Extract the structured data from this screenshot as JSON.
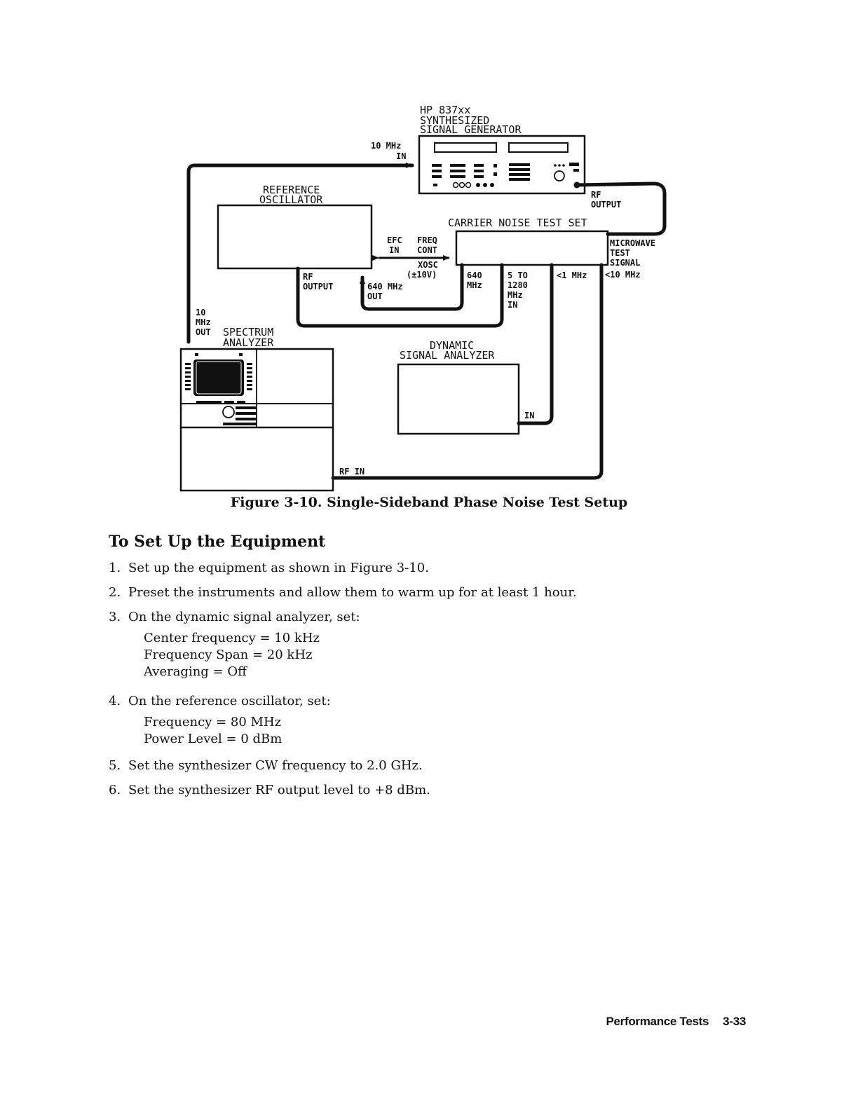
{
  "diagram": {
    "signal_generator": {
      "line1": "HP 837xx",
      "line2": "SYNTHESIZED",
      "line3": "SIGNAL GENERATOR"
    },
    "in_10mhz": {
      "line1": "10 MHz",
      "line2": "IN"
    },
    "rf_output_gen": {
      "line1": "RF",
      "line2": "OUTPUT"
    },
    "reference_oscillator": {
      "line1": "REFERENCE",
      "line2": "OSCILLATOR"
    },
    "carrier_noise_test_set": "CARRIER NOISE TEST SET",
    "microwave_test_signal": {
      "line1": "MICROWAVE",
      "line2": "TEST",
      "line3": "SIGNAL",
      "line4": "<10 MHz"
    },
    "efc_in": {
      "line1": "EFC",
      "line2": "IN"
    },
    "freq_cont": {
      "line1": "FREQ",
      "line2": "CONT"
    },
    "xosc": {
      "line1": "XOSC",
      "line2": "(±10V)"
    },
    "rf_output_ref": {
      "line1": "RF",
      "line2": "OUTPUT"
    },
    "mhz640_out": {
      "line1": "640 MHz",
      "line2": "OUT"
    },
    "mhz640": {
      "line1": "640",
      "line2": "MHz"
    },
    "to_1280": {
      "line1": "5 TO",
      "line2": "1280",
      "line3": "MHz",
      "line4": "IN"
    },
    "lt1mhz": "<1 MHz",
    "out_10mhz": {
      "line1": "10",
      "line2": "MHz",
      "line3": "OUT"
    },
    "spectrum_analyzer": {
      "line1": "SPECTRUM",
      "line2": "ANALYZER"
    },
    "dynamic_signal_analyzer": {
      "line1": "DYNAMIC",
      "line2": "SIGNAL ANALYZER"
    },
    "dsa_in": "IN",
    "rf_in": "RF IN"
  },
  "caption": "Figure 3-10. Single-Sideband Phase Noise Test Setup",
  "section_title": "To Set Up the Equipment",
  "steps": [
    {
      "num": "1.",
      "text": "Set up the equipment as shown in Figure 3-10."
    },
    {
      "num": "2.",
      "text": "Preset the instruments and allow them to warm up for at least 1 hour."
    },
    {
      "num": "3.",
      "text": "On the dynamic signal analyzer, set:",
      "settings": [
        "Center frequency = 10 kHz",
        "Frequency Span = 20 kHz",
        "Averaging = Off"
      ]
    },
    {
      "num": "4.",
      "text": "On the reference oscillator, set:",
      "settings": [
        "Frequency = 80 MHz",
        "Power Level = 0 dBm"
      ]
    },
    {
      "num": "5.",
      "text": "Set the synthesizer CW frequency to 2.0 GHz."
    },
    {
      "num": "6.",
      "text": "Set the synthesizer RF output level to +8 dBm."
    }
  ],
  "footer": {
    "section": "Performance Tests",
    "page": "3-33"
  }
}
